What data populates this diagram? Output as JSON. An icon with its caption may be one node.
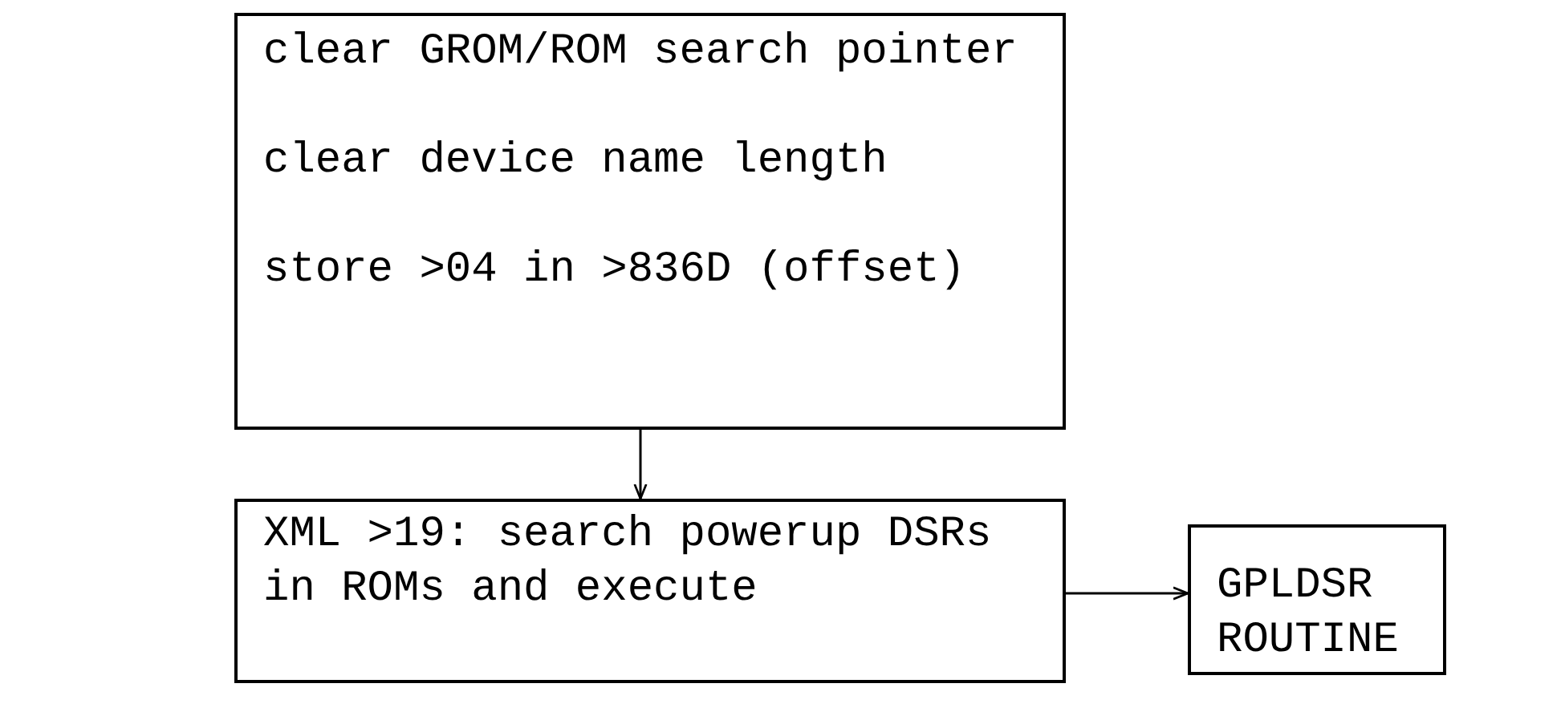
{
  "diagram": {
    "nodes": [
      {
        "text": [
          "clear GROM/ROM search pointer",
          "clear device name length",
          "store >04 in >836D (offset)"
        ]
      },
      {
        "text": [
          "XML >19: search powerup DSRs in ROMs and execute"
        ]
      },
      {
        "text": [
          "GPLDSR ROUTINE"
        ]
      }
    ],
    "edges": [
      {
        "from": 0,
        "to": 1,
        "arrow": "to"
      },
      {
        "from": 1,
        "to": 2,
        "arrow": "to"
      }
    ]
  }
}
